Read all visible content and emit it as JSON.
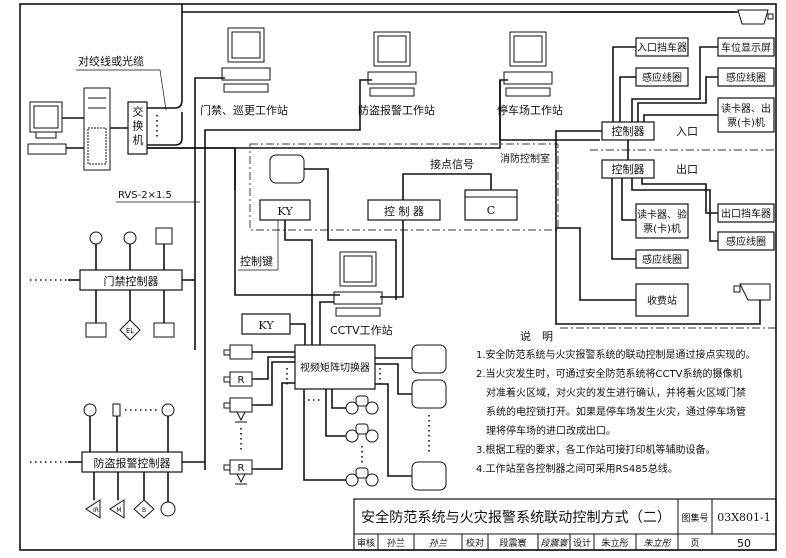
{
  "workstations": {
    "access_patrol": "门禁、巡更工作站",
    "intrusion_alarm": "防盗报警工作站",
    "parking": "停车场工作站",
    "cctv": "CCTV工作站"
  },
  "network": {
    "cable_label": "对绞线或光缆",
    "switch_label": "交换机",
    "rvs_label": "RVS-2×1.5"
  },
  "fire_control_room": {
    "title": "消防控制室",
    "contact_signal": "接点信号",
    "ky": "KY",
    "controller": "控 制 器",
    "c_box": "C",
    "control_key": "控制键"
  },
  "cctv": {
    "ky": "KY",
    "matrix_switcher": "视频矩阵切换器",
    "camera_r": "R"
  },
  "access_control": {
    "controller": "门禁控制器",
    "el_symbol": "EL"
  },
  "intrusion": {
    "controller": "防盗报警控制器",
    "ir_symbol": "IR",
    "m_symbol": "M",
    "b_symbol": "B"
  },
  "parking": {
    "entrance_barrier": "入口挡车器",
    "loop_1": "感应线圈",
    "space_display": "车位显示屏",
    "loop_2": "感应线圈",
    "ticket_issuer": "读卡器、出票(卡)机",
    "ticket_issuer_l1": "读卡器、出",
    "ticket_issuer_l2": "票(卡)机",
    "controller_in": "控制器",
    "entrance": "入口",
    "controller_out": "控制器",
    "exit": "出口",
    "ticket_checker_l1": "读卡器、验",
    "ticket_checker_l2": "票(卡)机",
    "exit_barrier": "出口挡车器",
    "loop_3": "感应线圈",
    "loop_4": "感应线圈",
    "toll_booth": "收费站"
  },
  "notes": {
    "heading": "说　明",
    "lines": [
      "1.安全防范系统与火灾报警系统的联动控制是通过接点实现的。",
      "2.当火灾发生时，可通过安全防范系统将CCTV系统的摄像机",
      "对准着火区域，对火灾的发生进行确认，并将着火区域门禁",
      "系统的电控锁打开。如果是停车场发生火灾，通过停车场管",
      "理将停车场的进口改成出口。",
      "3.根据工程的要求，各工作站可接打印机等辅助设备。",
      "4.工作站至各控制器之间可采用RS485总线。"
    ]
  },
  "title_block": {
    "title": "安全防范系统与火灾报警系统联动控制方式（二）",
    "atlas_label": "图集号",
    "atlas_no": "03X801-1",
    "review_label": "审核",
    "reviewer": "孙兰",
    "reviewer_sig": "孙兰",
    "check_label": "校对",
    "checker": "段震寰",
    "checker_sig": "段震寰",
    "design_label": "设计",
    "designer": "朱立彤",
    "designer_sig": "朱立彤",
    "page_label": "页",
    "page_no": "50"
  }
}
